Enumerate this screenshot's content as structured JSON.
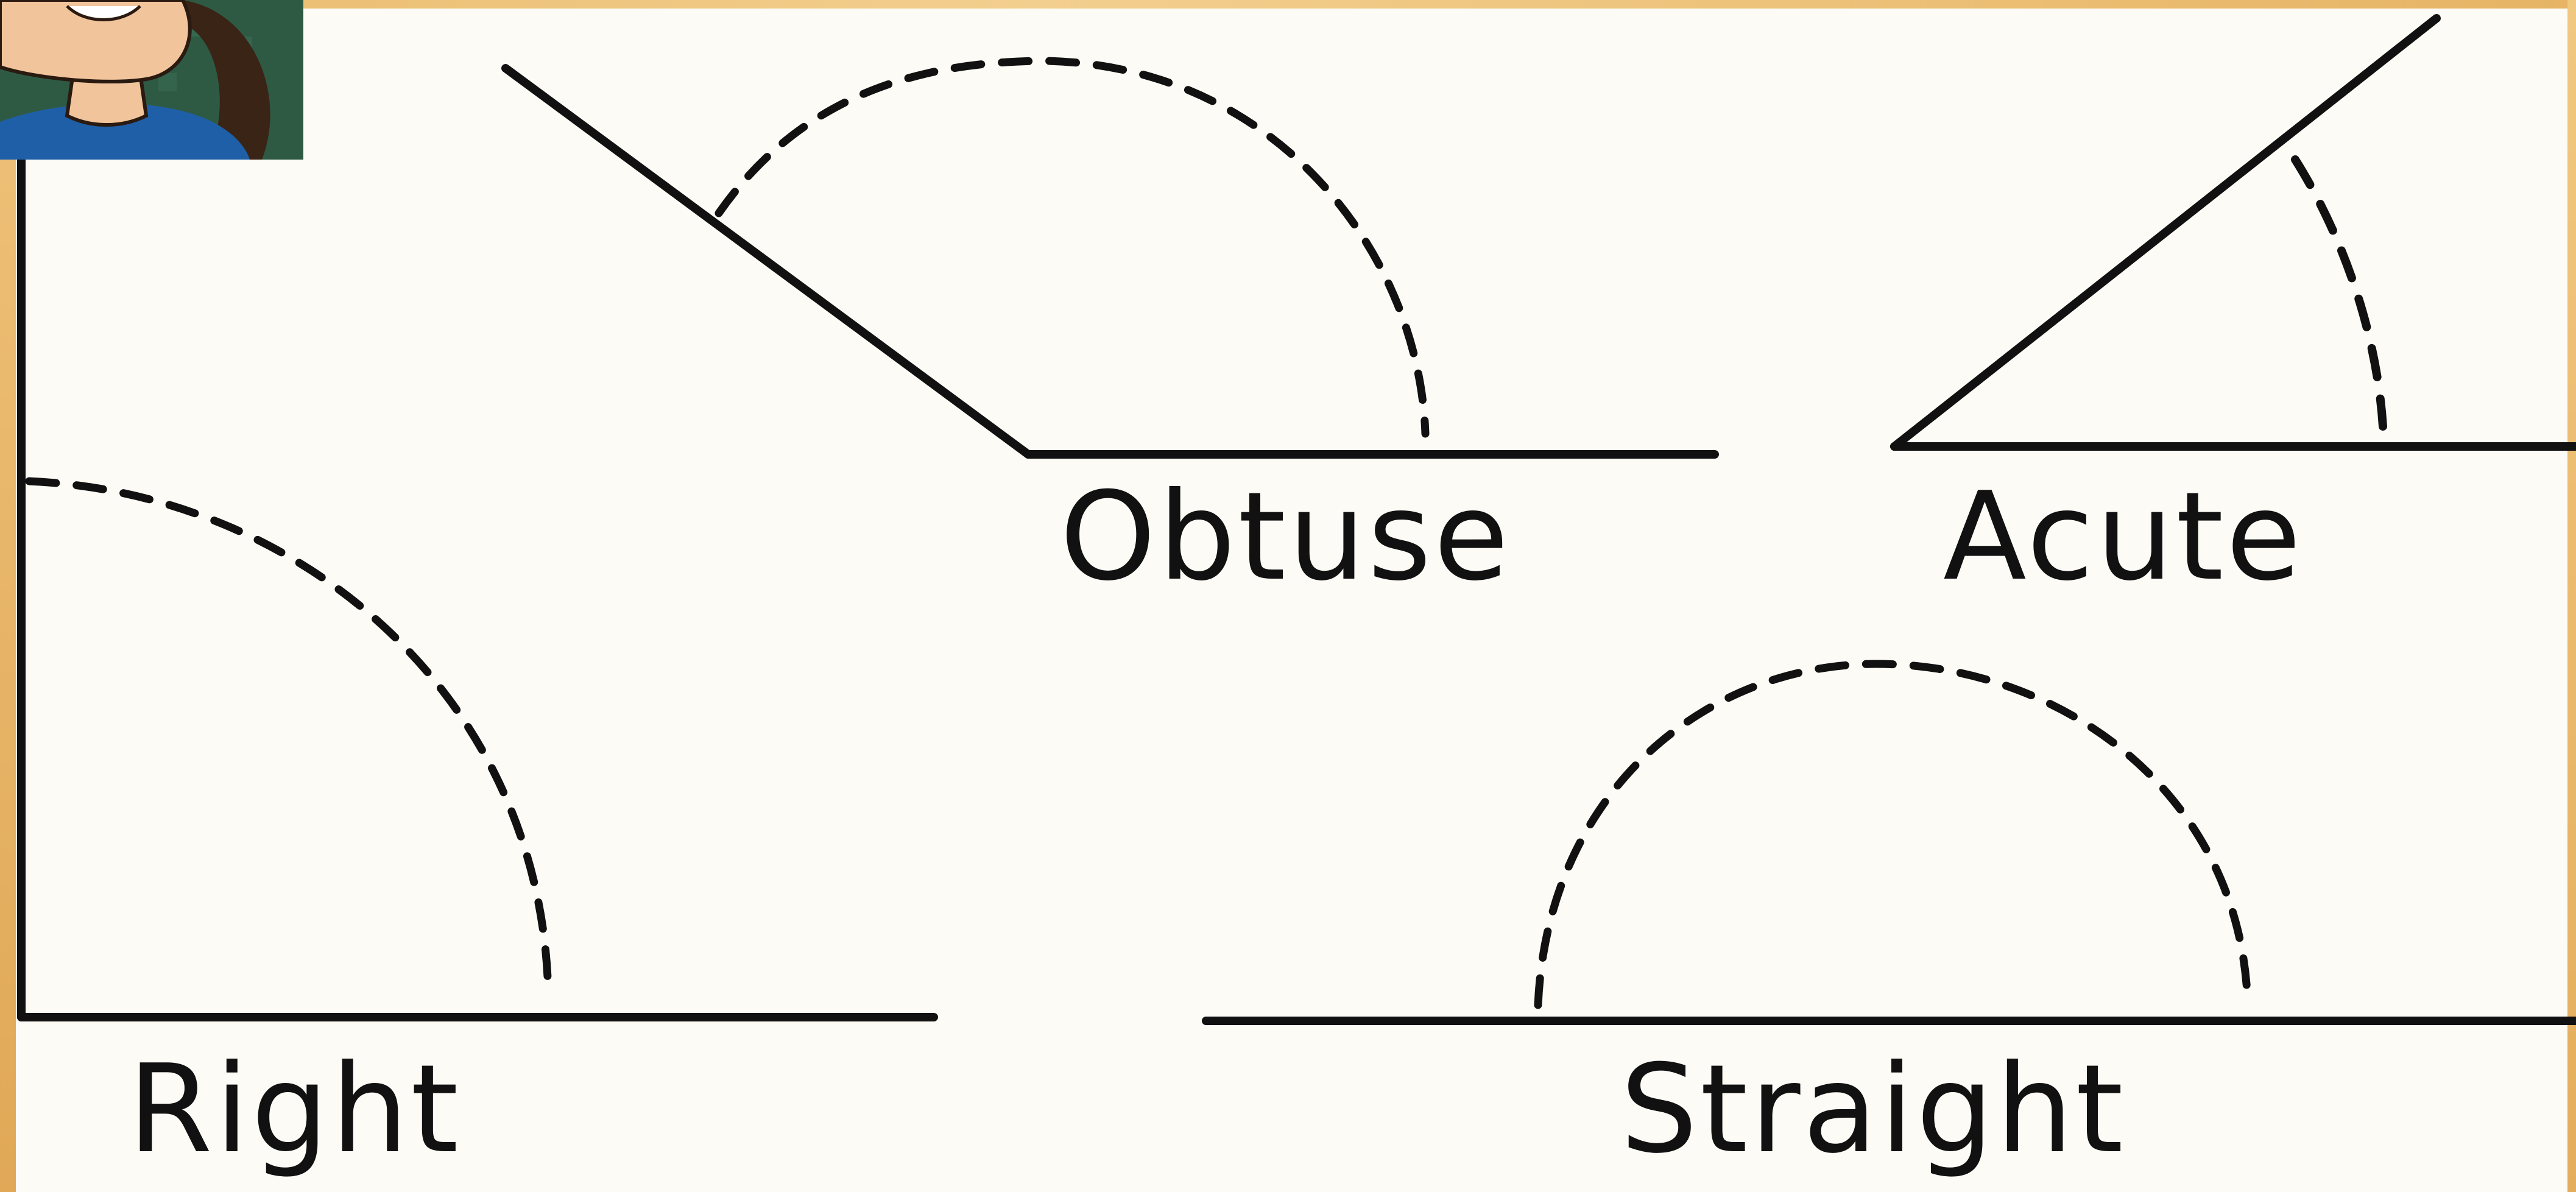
{
  "diagram": {
    "labels": {
      "obtuse": "Obtuse",
      "acute": "Acute",
      "right": "Right",
      "straight": "Straight"
    },
    "colors": {
      "ink": "#111111",
      "paper": "#fdfbf6",
      "frame": "#e9b96a",
      "avatar_bg": "#2e5a44",
      "avatar_skin": "#f1c49b",
      "avatar_shirt": "#1f5fa8",
      "avatar_hair": "#3a2416"
    },
    "avatar_icon": "teacher-avatar-icon"
  }
}
